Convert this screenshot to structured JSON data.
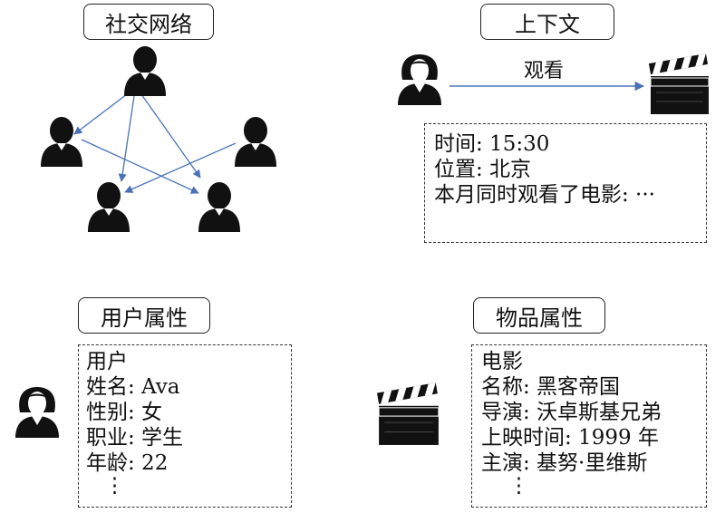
{
  "panels": {
    "social": {
      "title": "社交网络"
    },
    "context": {
      "title": "上下文",
      "action": "观看",
      "lines": [
        "时间: 15:30",
        "位置: 北京",
        "本月同时观看了电影: ···"
      ]
    },
    "user": {
      "title": "用户属性",
      "lines": [
        "用户",
        "姓名: Ava",
        "性别: 女",
        "职业: 学生",
        "年龄: 22",
        "⋮"
      ]
    },
    "item": {
      "title": "物品属性",
      "lines": [
        "电影",
        "名称: 黑客帝国",
        "导演: 沃卓斯基兄弟",
        "上映时间: 1999 年",
        "主演: 基努·里维斯",
        "⋮"
      ]
    }
  },
  "colors": {
    "arrow": "#4a72b8",
    "icon": "#111111"
  },
  "icons": [
    "person-icon",
    "woman-icon",
    "film-clapperboard-icon"
  ]
}
